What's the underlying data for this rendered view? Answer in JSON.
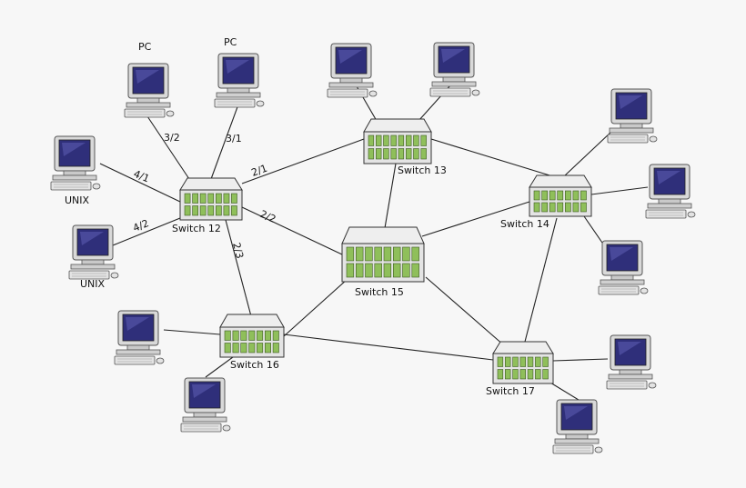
{
  "colors": {
    "background": "#f7f7f7",
    "switch_body": "#e4e4e4",
    "switch_port": "#8fbf5a",
    "monitor_screen": "#2f2f7a",
    "monitor_case": "#d9d9d9"
  },
  "labels": {
    "pc_a": "PC",
    "pc_b": "PC",
    "unix_a": "UNIX",
    "unix_b": "UNIX"
  },
  "switches": {
    "s12": "Switch 12",
    "s13": "Switch 13",
    "s14": "Switch 14",
    "s15": "Switch 15",
    "s16": "Switch 16",
    "s17": "Switch 17"
  },
  "ports": {
    "p32": "3/2",
    "p31": "3/1",
    "p41": "4/1",
    "p42": "4/2",
    "p21": "2/1",
    "p22": "2/2",
    "p23": "2/3"
  },
  "icons": {
    "computer": "computer-icon",
    "switch": "network-switch-icon"
  }
}
